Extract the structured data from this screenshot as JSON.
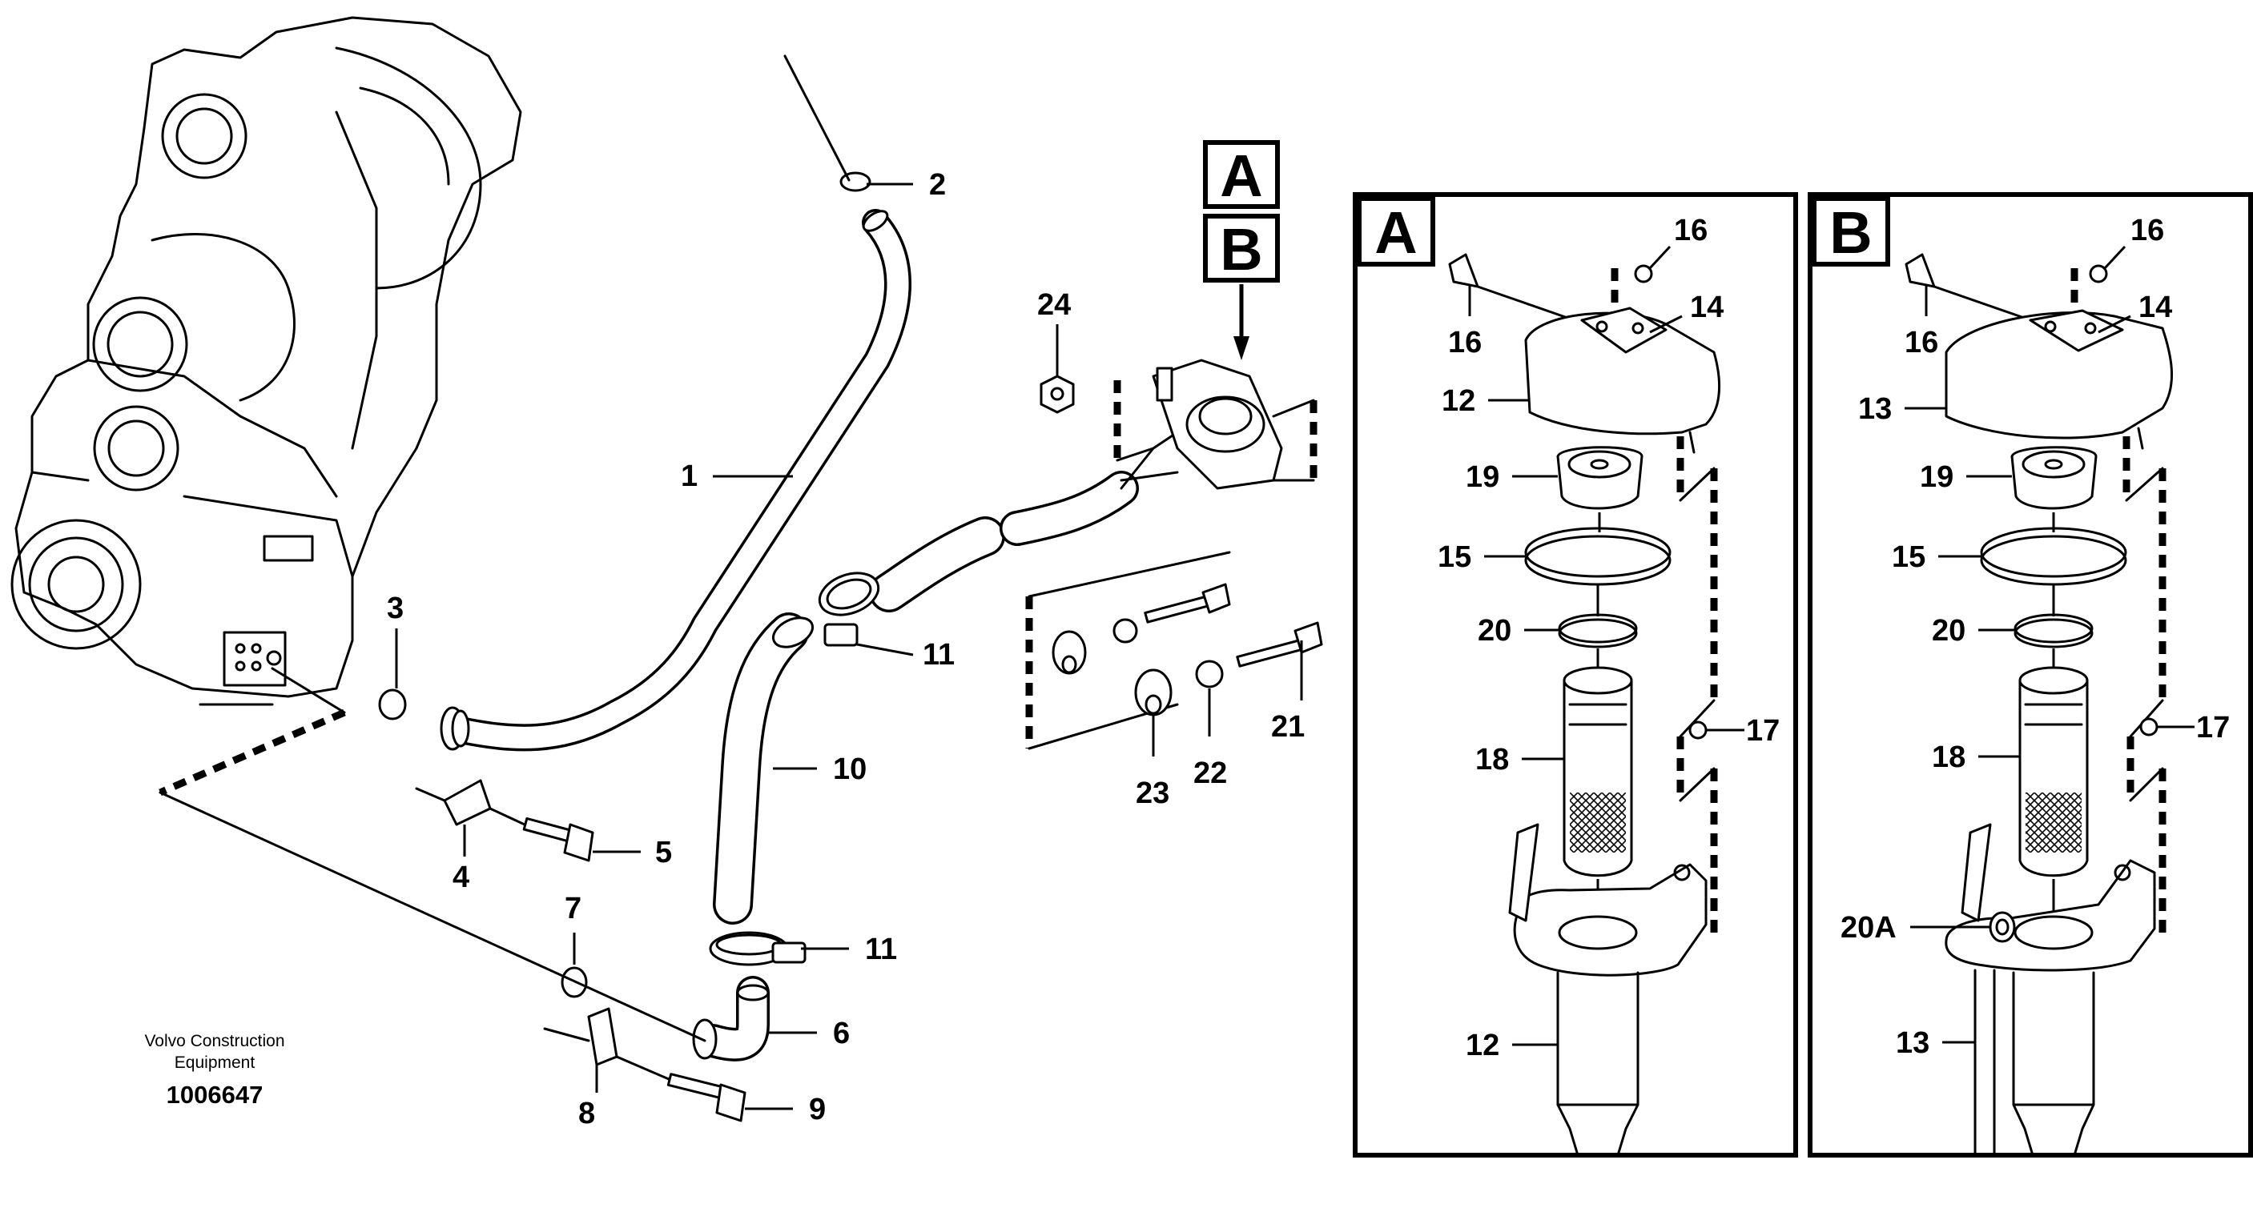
{
  "diagram": {
    "callouts": {
      "c1": "1",
      "c2": "2",
      "c3": "3",
      "c4": "4",
      "c5": "5",
      "c6": "6",
      "c7": "7",
      "c8": "8",
      "c9": "9",
      "c10": "10",
      "c11a": "11",
      "c11b": "11",
      "c21": "21",
      "c22": "22",
      "c23": "23",
      "c24": "24"
    },
    "flag_a": "A",
    "flag_b": "B",
    "credit_line1": "Volvo Construction",
    "credit_line2": "Equipment",
    "drawing_number": "1006647"
  },
  "detail_a": {
    "letter": "A",
    "callouts": {
      "c16a": "16",
      "c16b": "16",
      "c14": "14",
      "c12a": "12",
      "c19": "19",
      "c15": "15",
      "c20": "20",
      "c17": "17",
      "c18": "18",
      "c12b": "12"
    }
  },
  "detail_b": {
    "letter": "B",
    "callouts": {
      "c16a": "16",
      "c16b": "16",
      "c14": "14",
      "c13a": "13",
      "c19": "19",
      "c15": "15",
      "c20": "20",
      "c17": "17",
      "c18": "18",
      "c20a": "20A",
      "c13b": "13"
    }
  }
}
